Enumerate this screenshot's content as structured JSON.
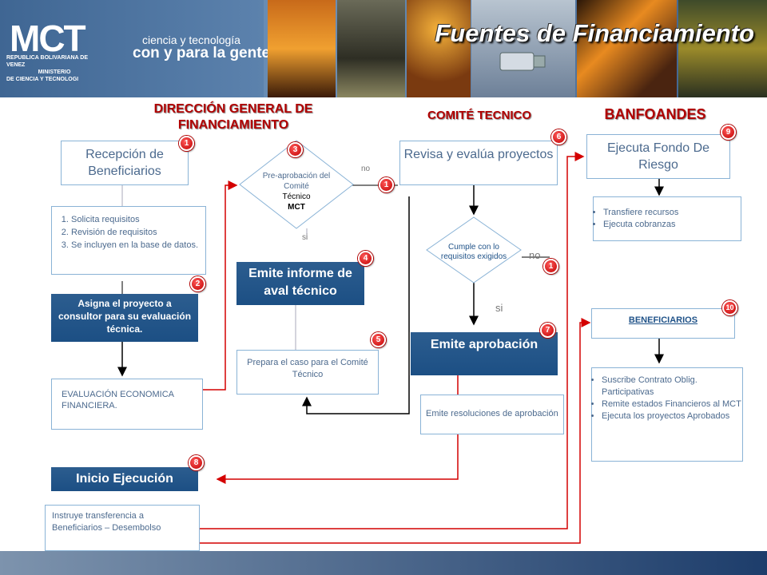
{
  "header": {
    "logo_text": "MCT",
    "logo_sub": [
      "REPUBLICA BOLIVARIANA DE VENEZ",
      "MINISTERIO",
      "DE CIENCIA Y TECNOLOGI"
    ],
    "slogan_line1": "ciencia y tecnología",
    "slogan_line2": "con y para la gente",
    "title": "Fuentes de Financiamiento"
  },
  "sections": {
    "direccion": "DIRECCIÓN GENERAL DE FINANCIAMIENTO",
    "comite": "COMITÉ TECNICO",
    "banfoandes": "BANFOANDES"
  },
  "nodes": {
    "recepcion": "Recepción de Beneficiarios",
    "requisitos": [
      "Solicita requisitos",
      "Revisión de requisitos",
      "Se incluyen en la base de datos."
    ],
    "asigna": "Asigna el proyecto a consultor para su evaluación técnica.",
    "evaluacion": "EVALUACIÓN ECONOMICA FINANCIERA.",
    "inicio": "Inicio Ejecución",
    "instruye": "Instruye transferencia a Beneficiarios – Desembolso",
    "preaprobacion_a": "Pre-aprobación del Comité",
    "preaprobacion_b": "Técnico",
    "preaprobacion_c": "MCT",
    "emite_informe": "Emite informe de aval técnico",
    "prepara": "Prepara el caso para el Comité Técnico",
    "revisa": "Revisa y evalúa proyectos",
    "cumple": "Cumple con lo requisitos exigidos",
    "emite_aprobacion": "Emite aprobación",
    "emite_resoluciones": "Emite resoluciones de aprobación",
    "ejecuta_fondo": "Ejecuta Fondo De Riesgo",
    "transfiere": [
      "Transfiere recursos",
      "Ejecuta cobranzas"
    ],
    "beneficiarios": "BENEFICIARIOS",
    "suscribe": [
      "Suscribe Contrato Oblig. Participativas",
      "Remite estados Financieros al MCT",
      "Ejecuta los proyectos Aprobados"
    ]
  },
  "labels": {
    "no1": "no",
    "si1": "si",
    "no2": "no",
    "si2": "si"
  },
  "badges": {
    "b1": "1",
    "b2": "2",
    "b3": "3",
    "b4": "4",
    "b5": "5",
    "b6": "6",
    "b7": "7",
    "b8": "8",
    "b9": "9",
    "b10": "10",
    "b1_pre": "1",
    "b1_cumple": "1"
  },
  "colors": {
    "accent_red": "#d40000",
    "box_blue": "#1f5288",
    "title_red": "#b00000"
  }
}
